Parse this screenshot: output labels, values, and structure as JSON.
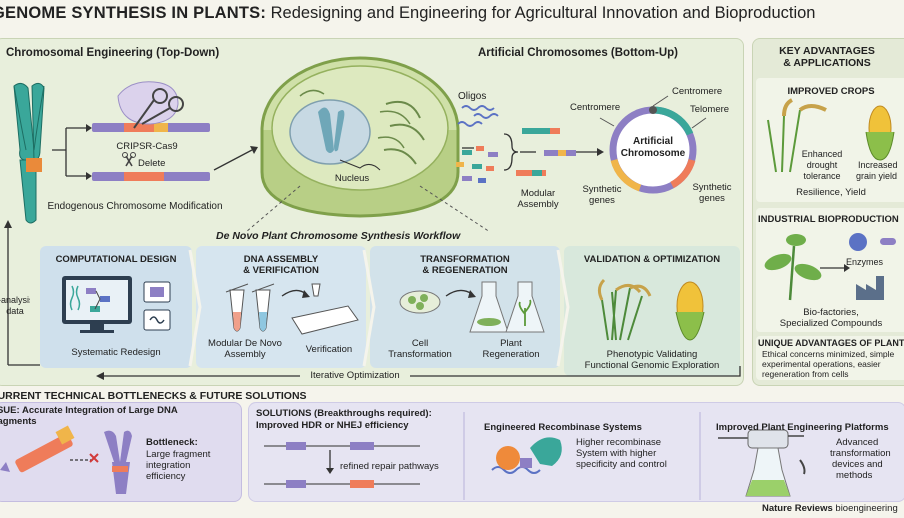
{
  "title": {
    "bold": "GENOME SYNTHESIS IN PLANTS:",
    "rest": " Redesigning and Engineering for Agricultural Innovation and Bioproduction"
  },
  "top": {
    "chromosomal": {
      "header": "Chromosomal Engineering (Top-Down)",
      "crispr": "CRIPSR-Cas9",
      "delete": "Delete",
      "modification": "Endogenous Chromosome Modification"
    },
    "cell": {
      "nucleus": "Nucleus"
    },
    "artificial": {
      "header": "Artificial Chromosomes (Bottom-Up)",
      "oligos": "Oligos",
      "modular_1": "Modular",
      "modular_2": "Assembly",
      "centromere_top": "Centromere",
      "centromere_left": "Centromere",
      "telomere": "Telomere",
      "ring_1": "Artificial",
      "ring_2": "Chromosome",
      "synth_left_1": "Synthetic",
      "synth_left_2": "genes",
      "synth_right_1": "Synthetic",
      "synth_right_2": "genes"
    }
  },
  "workflow": {
    "title": "De Novo Plant Chromosome Synthesis Workflow",
    "post_analysis_1": "Post-analysis",
    "post_analysis_2": "data",
    "iterative": "Iterative Optimization",
    "steps": {
      "design": {
        "header": "COMPUTATIONAL DESIGN",
        "caption": "Systematic Redesign"
      },
      "assembly": {
        "header_1": "DNA ASSEMBLY",
        "header_2": "& VERIFICATION",
        "cap1_1": "Modular De Novo",
        "cap1_2": "Assembly",
        "cap2": "Verification"
      },
      "transform": {
        "header_1": "TRANSFORMATION",
        "header_2": "& REGENERATION",
        "cap1_1": "Cell",
        "cap1_2": "Transformation",
        "cap2_1": "Plant",
        "cap2_2": "Regeneration"
      },
      "validation": {
        "header": "VALIDATION & OPTIMIZATION",
        "cap_1": "Phenotypic Validating",
        "cap_2": "Functional Genomic Exploration"
      }
    }
  },
  "sidebar": {
    "header_1": "KEY ADVANTAGES",
    "header_2": "& APPLICATIONS",
    "crops": {
      "header": "IMPROVED CROPS",
      "drought_1": "Enhanced",
      "drought_2": "drought",
      "drought_3": "tolerance",
      "grain_1": "Increased",
      "grain_2": "grain yield",
      "caption": "Resilience, Yield"
    },
    "industrial": {
      "header": "INDUSTRIAL BIOPRODUCTION",
      "enzymes": "Enzymes",
      "caption_1": "Bio-factories,",
      "caption_2": "Specialized Compounds"
    },
    "unique": {
      "header": "UNIQUE ADVANTAGES OF PLANTS",
      "line_1": "Ethical concerns minimized, simple",
      "line_2": "experimental operations, easier",
      "line_3": "regeneration from cells"
    }
  },
  "bottom": {
    "header": "CURRENT TECHNICAL BOTTLENECKS & FUTURE SOLUTIONS",
    "issue": {
      "title_1": "ISSUE: Accurate Integration of Large DNA",
      "title_2": "Fragments",
      "bottleneck": "Bottleneck:",
      "desc_1": "Large fragment",
      "desc_2": "integration",
      "desc_3": "efficiency"
    },
    "solutions": {
      "title_1": "SOLUTIONS (Breakthroughs required):",
      "title_2": "Improved HDR or NHEJ efficiency",
      "repair": "refined repair pathways"
    },
    "recombinase": {
      "title": "Engineered Recombinase Systems",
      "desc_1": "Higher recombinase",
      "desc_2": "System with higher",
      "desc_3": "specificity and control"
    },
    "platforms": {
      "title": "Improved Plant Engineering Platforms",
      "desc_1": "Advanced",
      "desc_2": "transformation",
      "desc_3": "devices and",
      "desc_4": "methods"
    }
  },
  "footer": {
    "journal": "Nature Reviews",
    "journal_suffix": " bioengineering"
  }
}
